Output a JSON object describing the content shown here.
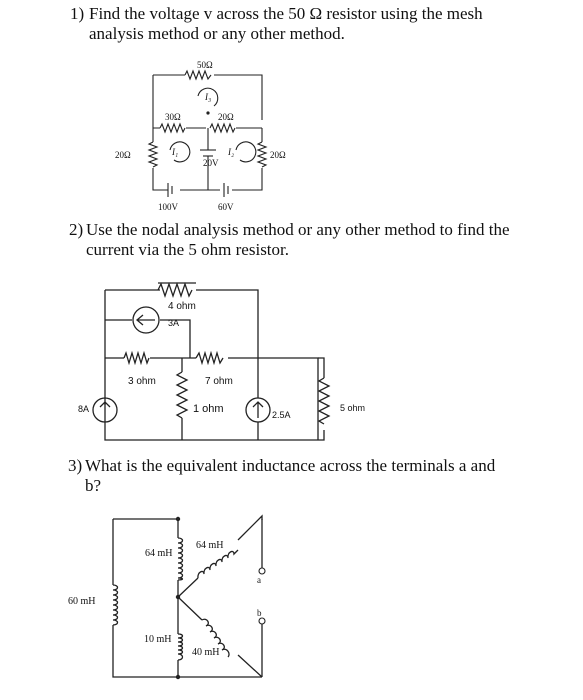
{
  "questions": [
    {
      "number": "1)",
      "lines": [
        "Find the voltage v across the 50 Ω resistor using the mesh",
        "analysis method or any other method."
      ]
    },
    {
      "number": "2)",
      "lines": [
        "Use the nodal analysis method or any other method to find the",
        "current via the 5 ohm resistor."
      ]
    },
    {
      "number": "3)",
      "lines": [
        "What is the equivalent inductance across the terminals a and",
        "b?"
      ]
    }
  ],
  "circuit1": {
    "r_top": "50Ω",
    "r_mid_left": "30Ω",
    "r_mid_right": "20Ω",
    "r_left": "20Ω",
    "r_right": "20Ω",
    "i1": "I₁",
    "i2": "I₂",
    "i3": "I₃",
    "v_mid": "20V",
    "v_left": "100V",
    "v_right": "60V"
  },
  "circuit2": {
    "r_top": "4 ohm",
    "i_top": "3A",
    "r_left": "3 ohm",
    "r_mid": "7 ohm",
    "r_vert": "1 ohm",
    "i_left": "8A",
    "i_right": "2.5A",
    "r_right": "5 ohm"
  },
  "circuit3": {
    "l_left": "60 mH",
    "l_top_mid": "64 mH",
    "l_top_diag": "64 mH",
    "l_bot_mid": "10 mH",
    "l_bot_diag": "40 mH",
    "term_a": "a",
    "term_b": "b"
  }
}
